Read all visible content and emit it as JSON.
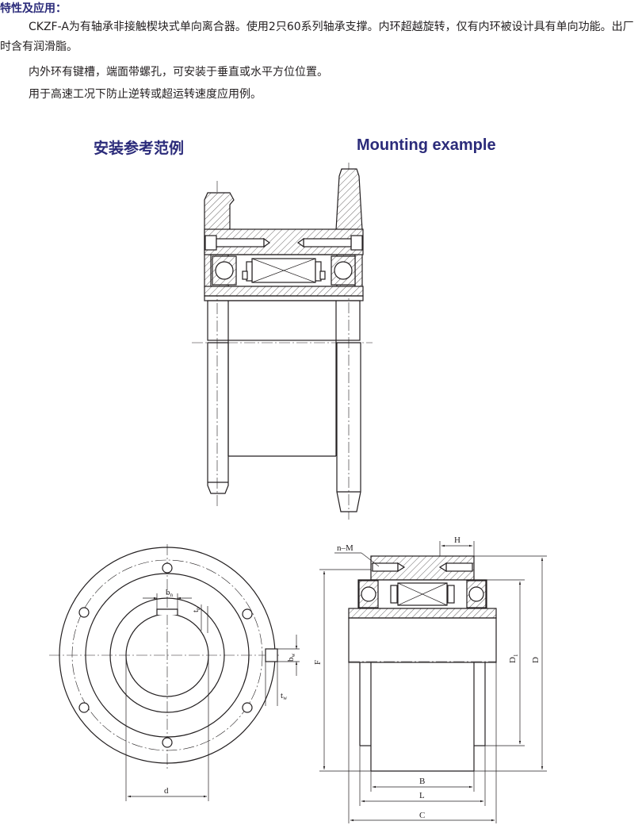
{
  "text": {
    "section_title": "特性及应用：",
    "p1": "CKZF-A为有轴承非接触楔块式单向离合器。使用2只60系列轴承支撑。内环超越旋转，仅有内环被设计具有单向功能。出厂时含有润滑脂。",
    "p2": "内外环有键槽，端面带螺孔，可安装于垂直或水平方位位置。",
    "p3": "用于高速工况下防止逆转或超运转速度应用例。",
    "heading_cn": "安装参考范例",
    "heading_en": "Mounting example"
  },
  "labels": {
    "nM": "n–M",
    "H": "H",
    "F": "F",
    "D1_main": "D",
    "D1_sub": "1",
    "D": "D",
    "B": "B",
    "L": "L",
    "C": "C",
    "d": "d",
    "b_main": "b",
    "b_sub": "n",
    "t_main": "t",
    "t_sub": "n",
    "bw_main": "b",
    "bw_sub": "w",
    "tw_main": "t",
    "tw_sub": "w"
  }
}
